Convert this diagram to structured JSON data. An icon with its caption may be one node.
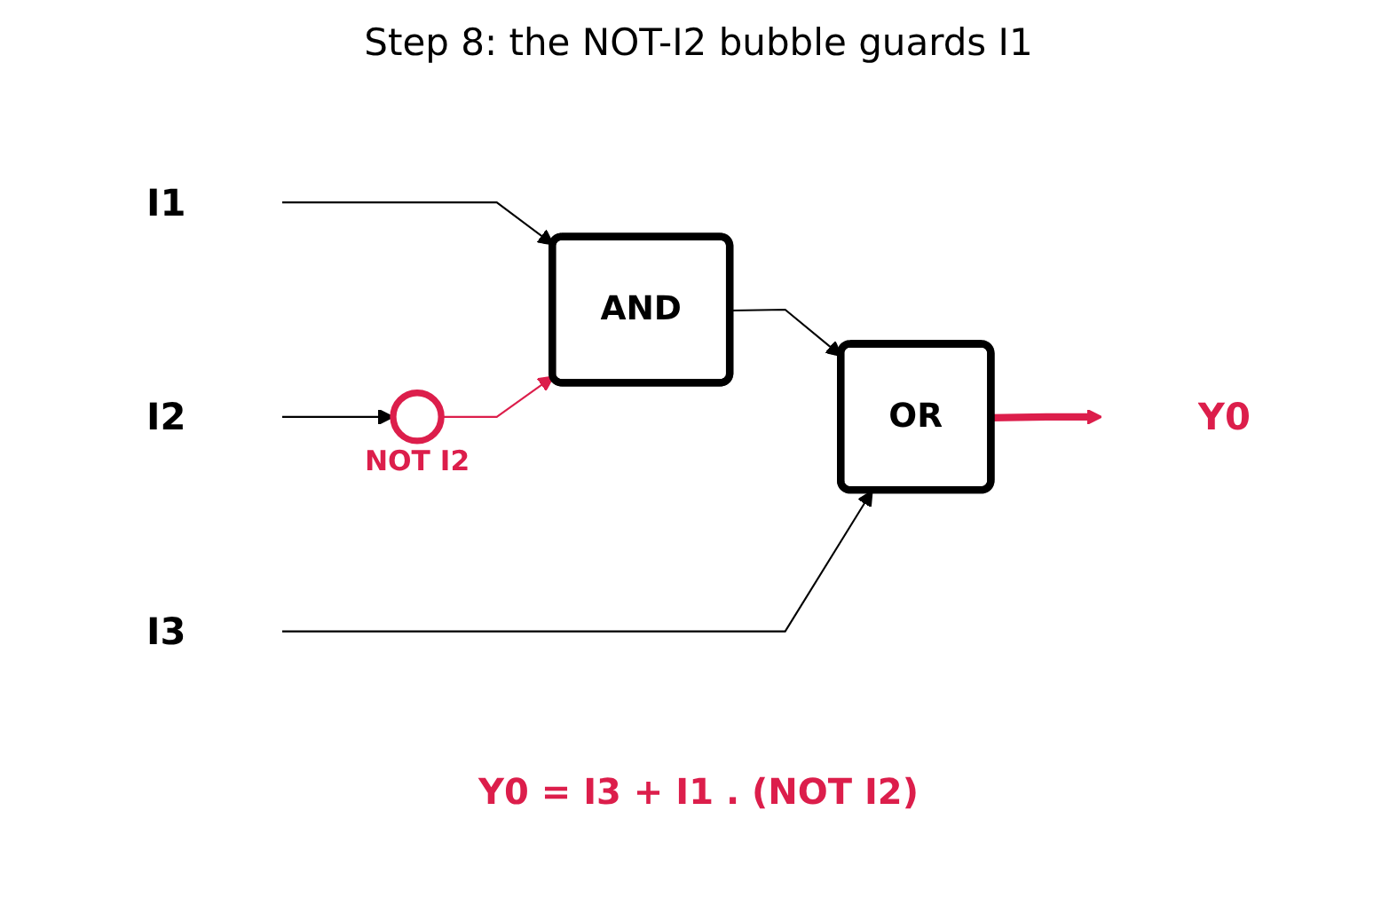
{
  "diagram": {
    "title": "Step 8: the NOT-I2 bubble guards I1",
    "nodes": [
      {
        "text": [
          "I1"
        ]
      },
      {
        "text": [
          "I2"
        ]
      },
      {
        "text": [
          "I3"
        ]
      },
      {
        "text": [],
        "shape": "circle",
        "beside": [
          "NOT I2"
        ]
      },
      {
        "text": [
          "AND"
        ]
      },
      {
        "text": [
          "OR"
        ]
      },
      {
        "text": [
          "Y0"
        ]
      }
    ],
    "edges": [
      {
        "from": 0,
        "to": 4,
        "arrow": "to"
      },
      {
        "from": 1,
        "to": 3,
        "arrow": "to"
      },
      {
        "from": 3,
        "to": 4,
        "arrow": "to",
        "color": "#dc1e4b"
      },
      {
        "from": 4,
        "to": 5,
        "arrow": "to"
      },
      {
        "from": 2,
        "to": 5,
        "arrow": "to"
      },
      {
        "from": 5,
        "to": 6,
        "arrow": "to",
        "style": "thick",
        "color": "#dc1e4b"
      }
    ],
    "labels": [
      "Y0 = I3 + I1 . (NOT I2)"
    ]
  }
}
